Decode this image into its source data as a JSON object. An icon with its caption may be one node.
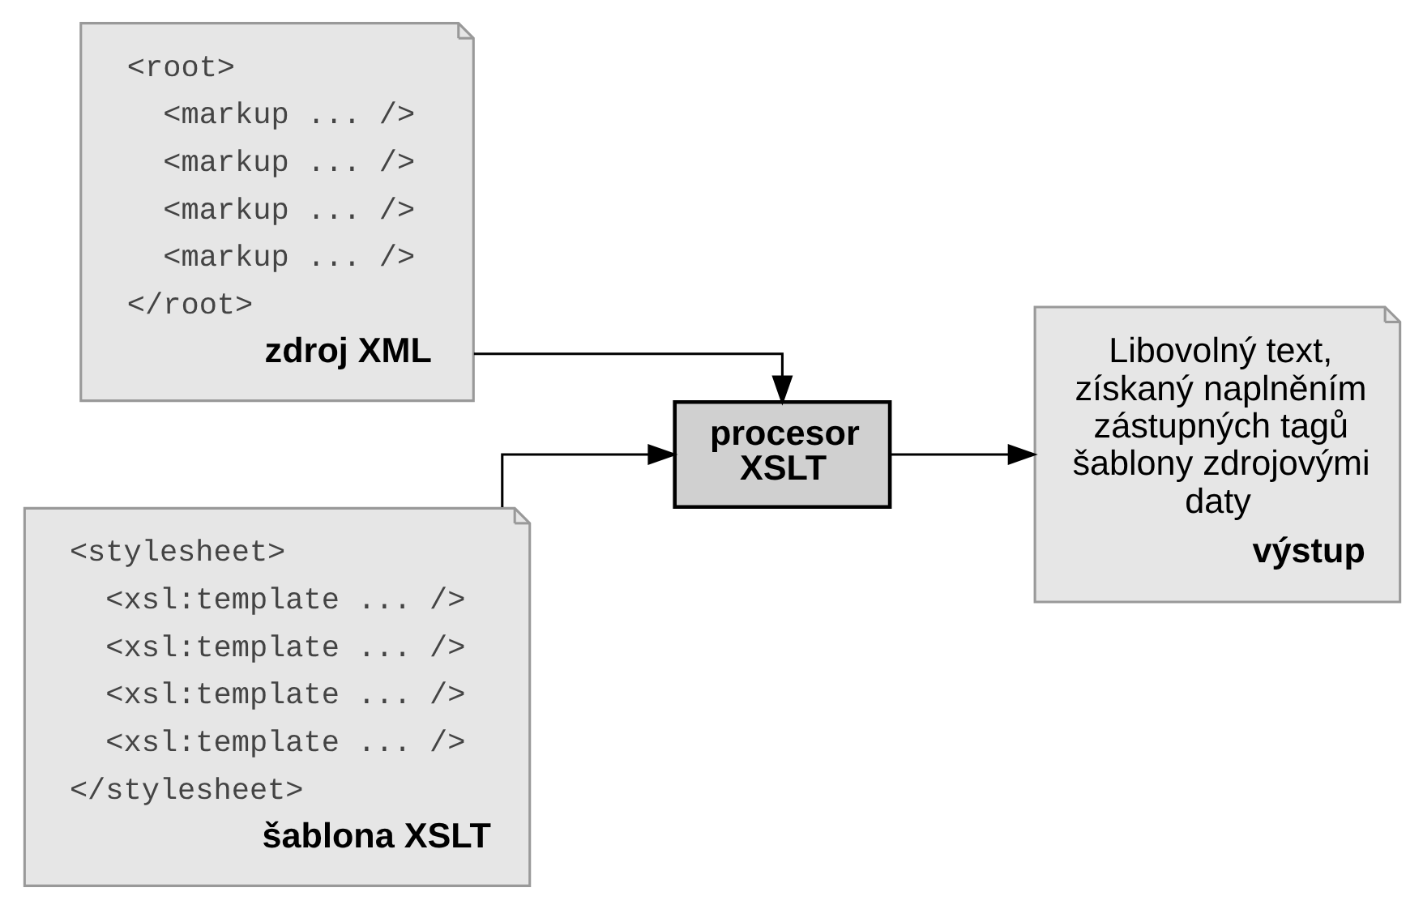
{
  "diagram": {
    "nodes": [
      {
        "text": [
          "<root>",
          "  <markup ... />",
          "  <markup ... />",
          "  <markup ... />",
          "  <markup ... />",
          "</root>",
          "zdroj XML"
        ]
      },
      {
        "text": [
          "<stylesheet>",
          "  <xsl:template ... />",
          "  <xsl:template ... />",
          "  <xsl:template ... />",
          "  <xsl:template ... />",
          "</stylesheet>",
          "šablona XSLT"
        ]
      },
      {
        "text": [
          "procesor XSLT"
        ]
      },
      {
        "text": [
          "Libovolný text, získaný naplněním zástupných tagů šablony zdrojovými daty",
          "výstup"
        ]
      }
    ],
    "edges": [
      {
        "from": 0,
        "to": 2,
        "arrow": "to"
      },
      {
        "from": 1,
        "to": 2,
        "arrow": "to"
      },
      {
        "from": 2,
        "to": 3,
        "arrow": "to"
      }
    ]
  }
}
